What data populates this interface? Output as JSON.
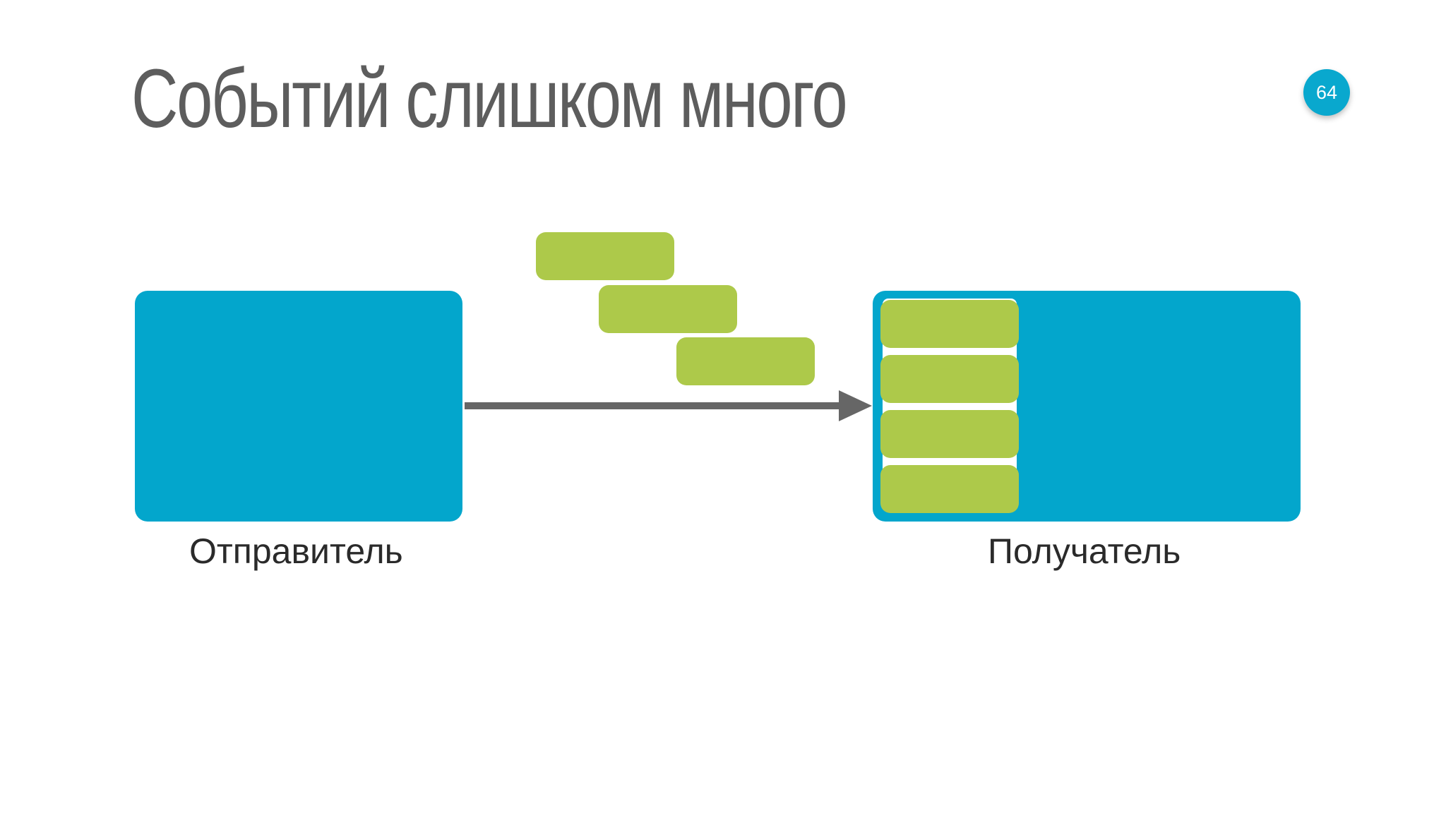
{
  "slide": {
    "title": "Событий слишком много",
    "page_number": "64"
  },
  "diagram": {
    "sender": {
      "label": "Отправитель"
    },
    "receiver": {
      "label": "Получатель"
    },
    "in_flight_events": 3,
    "queued_events": 4
  },
  "colors": {
    "node_fill": "#03a6cc",
    "event_fill": "#adc94a",
    "arrow": "#666666",
    "title_text": "#5d5d5d",
    "badge": "#09a8ce"
  }
}
